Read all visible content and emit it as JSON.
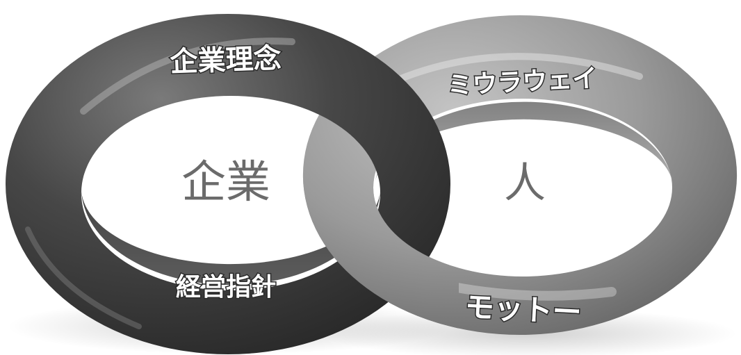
{
  "left_ring": {
    "center_label": "企業",
    "top_label": "企業理念",
    "bottom_label": "経営指針"
  },
  "right_ring": {
    "center_label": "人",
    "top_label": "ミウラウェイ",
    "bottom_label": "モットー"
  },
  "colors": {
    "left_ring": "#3d3d3d",
    "right_ring": "#8e8e8e",
    "center_text": "#6b6b6b",
    "label_text": "#ffffff"
  }
}
